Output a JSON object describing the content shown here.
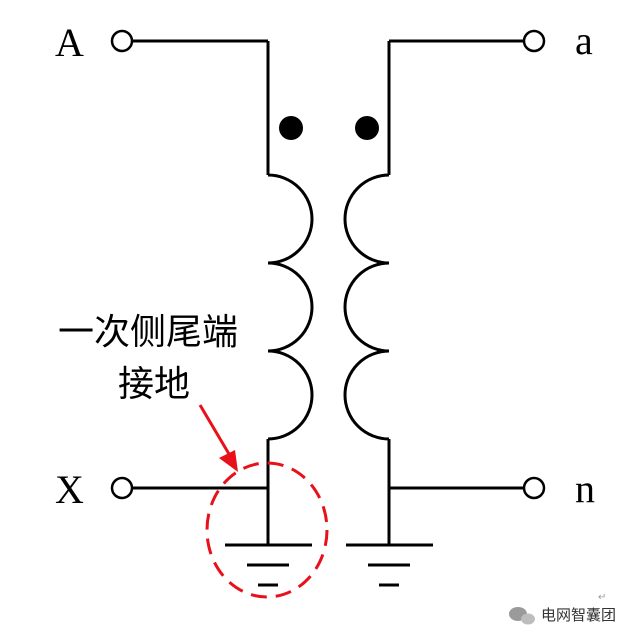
{
  "diagram": {
    "terminals": {
      "primary_start": "A",
      "primary_end": "X",
      "secondary_start": "a",
      "secondary_end": "n"
    },
    "annotation": {
      "line1": "一次侧尾端",
      "line2": "接地"
    },
    "colors": {
      "wire": "#000000",
      "annotation": "#e8101a",
      "background": "#ffffff"
    }
  },
  "watermark": {
    "text": "电网智囊团"
  }
}
